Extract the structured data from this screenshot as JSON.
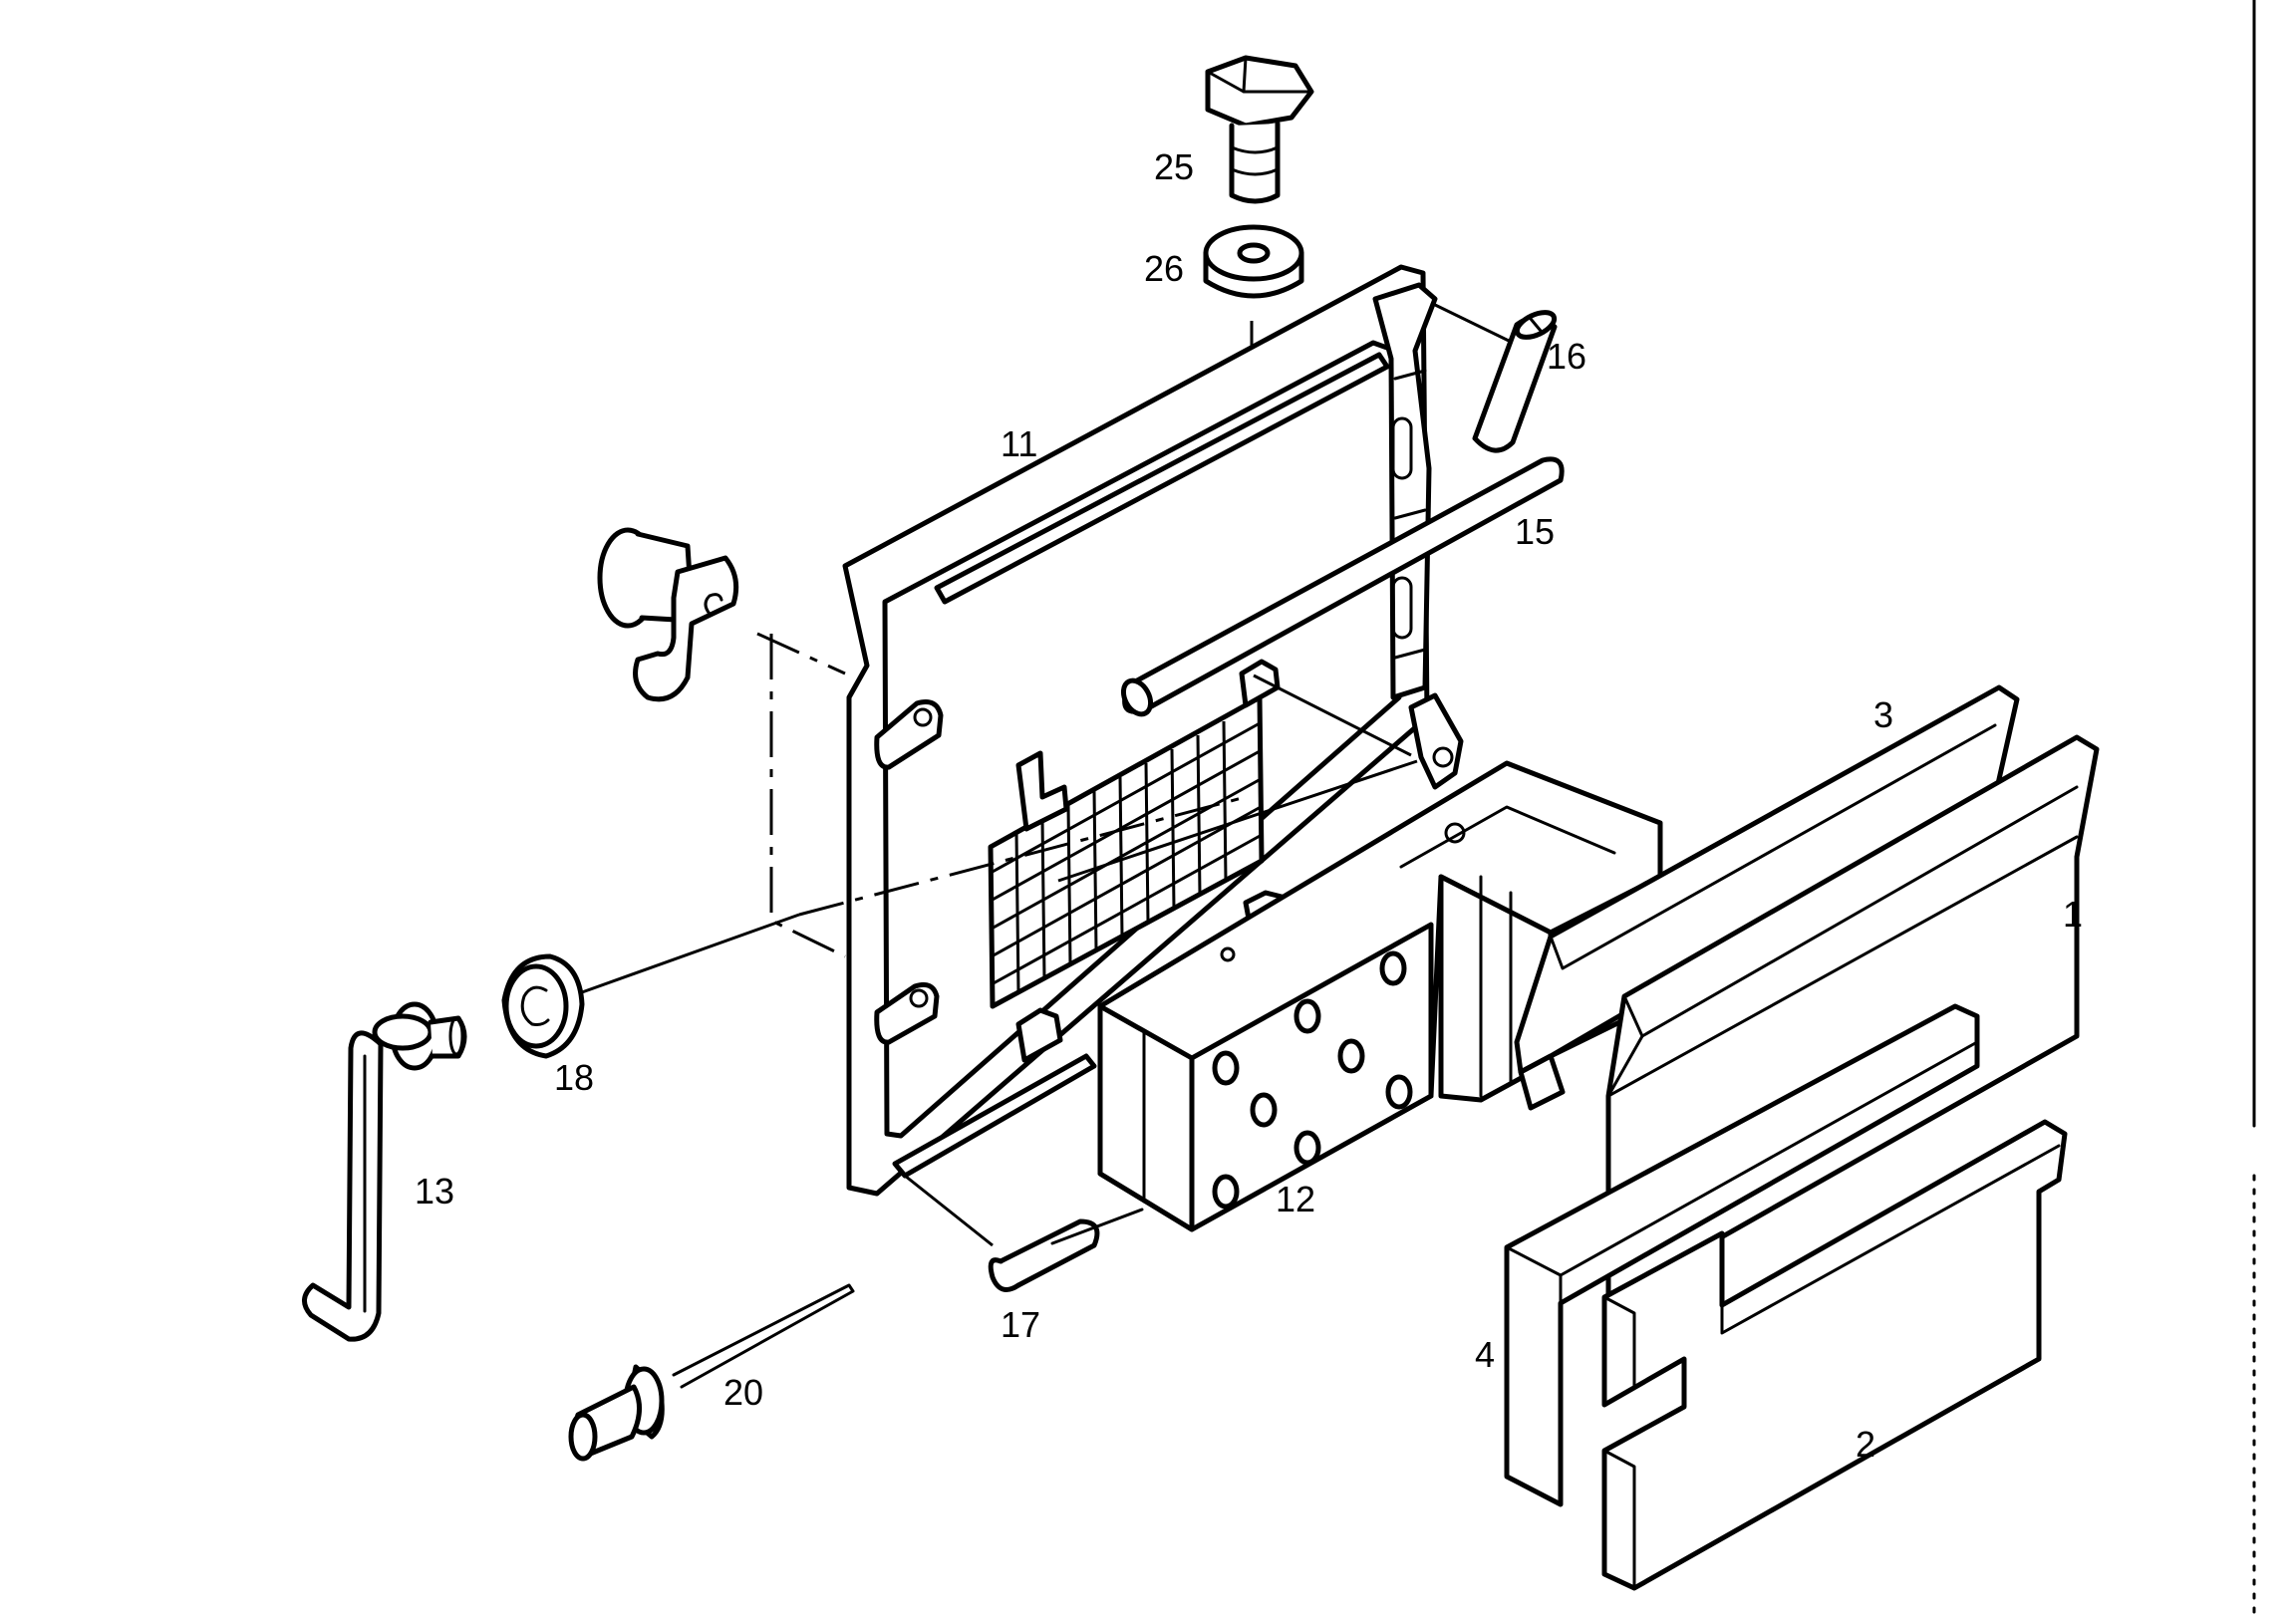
{
  "callouts": {
    "c1": "1",
    "c2": "2",
    "c3": "3",
    "c4": "4",
    "c11": "11",
    "c12": "12",
    "c13": "13",
    "c15": "15",
    "c16": "16",
    "c17": "17",
    "c18": "18",
    "c20": "20",
    "c25": "25",
    "c26": "26"
  },
  "colors": {
    "line": "#000000",
    "background": "#ffffff"
  }
}
